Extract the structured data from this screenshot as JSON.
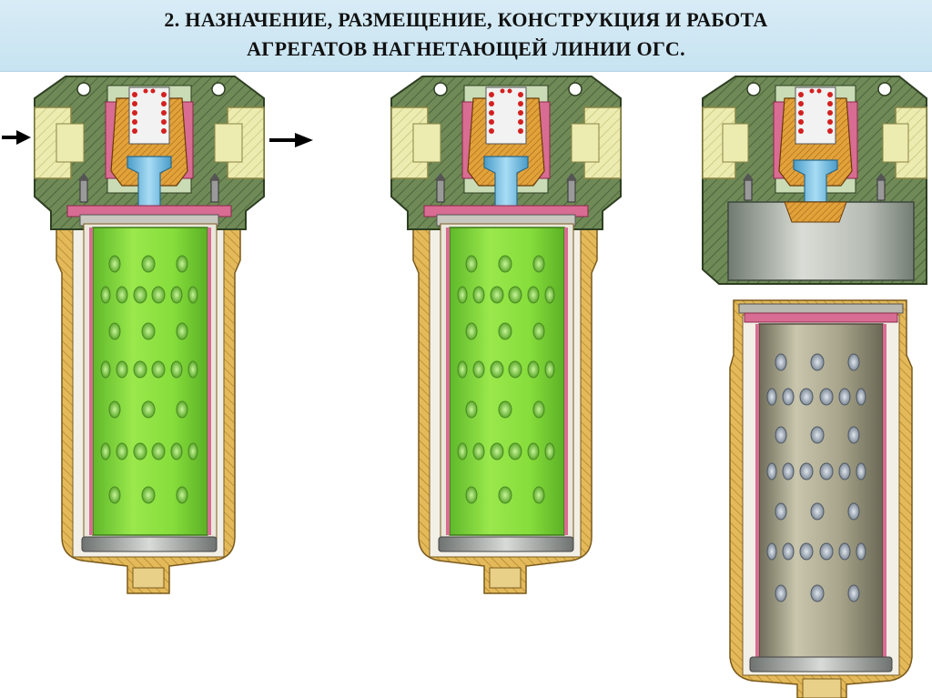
{
  "slide": {
    "title_line_1": "2. НАЗНАЧЕНИЕ, РАЗМЕЩЕНИЕ, КОНСТРУКЦИЯ И РАБОТА",
    "title_line_2": "АГРЕГАТОВ НАГНЕТАЮЩЕЙ ЛИНИИ ОГС."
  },
  "colors": {
    "background": "#ffffff",
    "title_band": "#cfe7f3",
    "head_casting": "#6f8a57",
    "port_fitting": "#e8e5a0",
    "bowl_body": "#e4b95a",
    "filter_element": "#86dd3b",
    "element_steel": "#a9a58c",
    "valve_red": "#d42020",
    "valve_stem": "#7cc4ea",
    "seal_pink": "#d86c92",
    "flow_arrow": "#000000"
  },
  "diagram": {
    "views": [
      {
        "id": "assembled-flow",
        "element_state": "clean-green",
        "flow_arrows": true
      },
      {
        "id": "assembled",
        "element_state": "clean-green",
        "flow_arrows": false
      },
      {
        "id": "disassembled",
        "element_state": "steel",
        "flow_arrows": false
      }
    ],
    "icons": [
      "arrow-right-icon"
    ]
  }
}
